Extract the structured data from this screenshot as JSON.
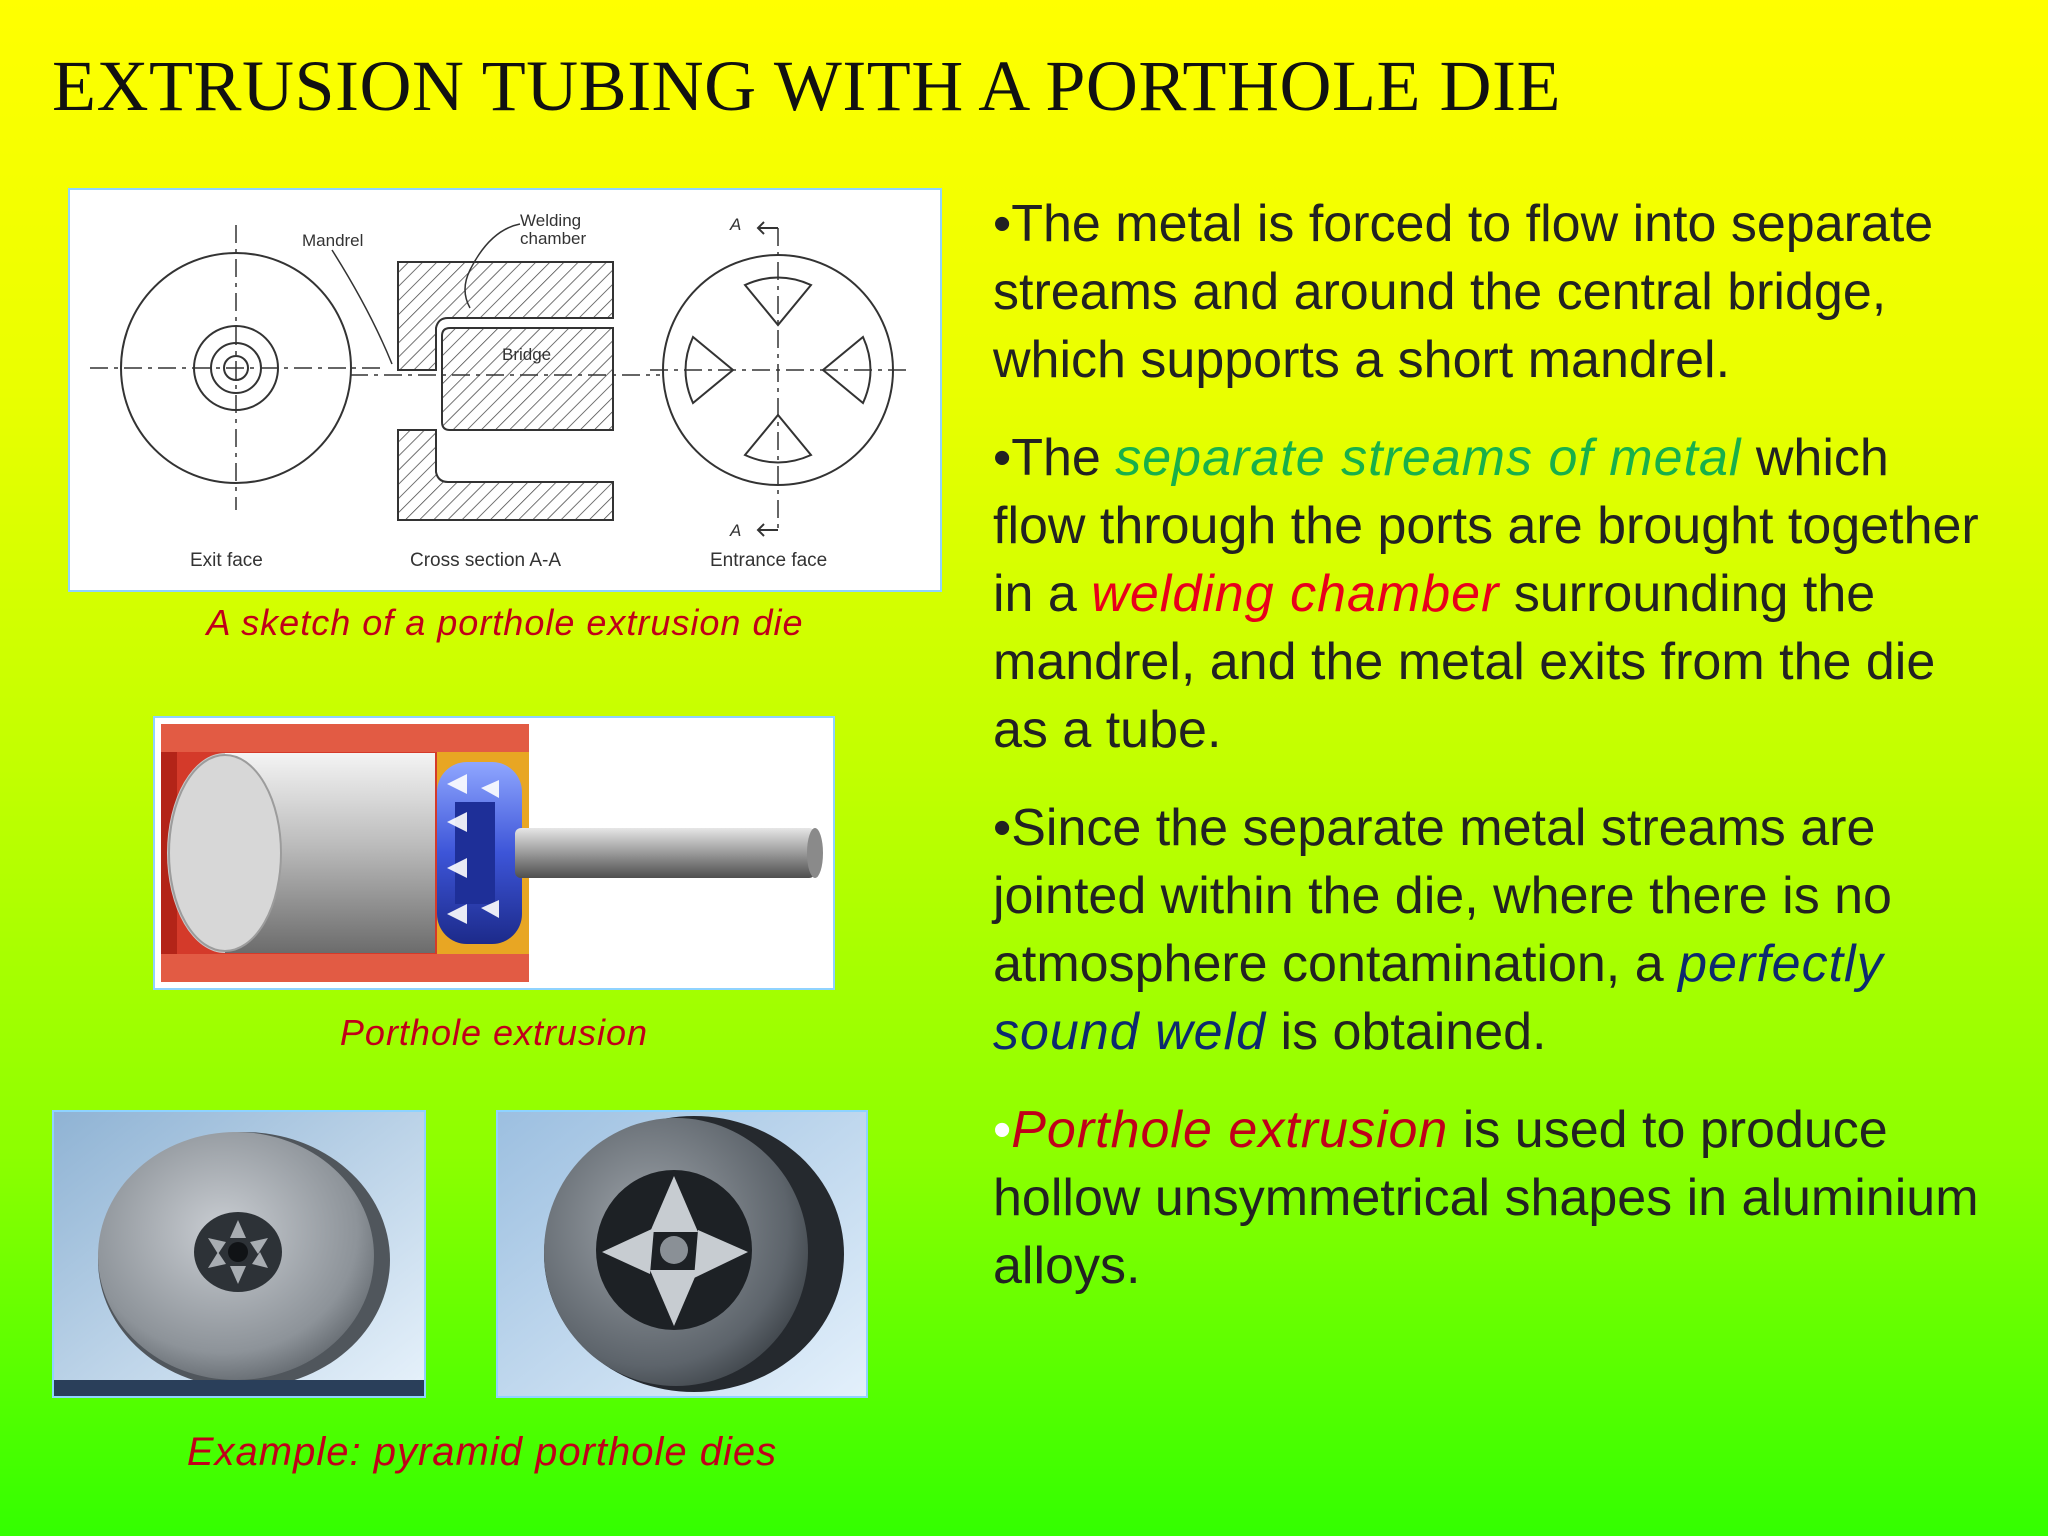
{
  "slide": {
    "title": "EXTRUSION TUBING WITH  A PORTHOLE DIE"
  },
  "figures": {
    "sketch": {
      "labels": {
        "mandrel": "Mandrel",
        "welding_chamber_1": "Welding",
        "welding_chamber_2": "chamber",
        "bridge": "Bridge",
        "exit_face": "Exit face",
        "cross_section": "Cross section  A-A",
        "entrance_face": "Entrance face",
        "section_mark": "A"
      },
      "caption": "A sketch of a porthole extrusion die"
    },
    "porthole": {
      "caption": "Porthole extrusion"
    },
    "dies": {
      "caption": "Example: pyramid porthole dies"
    }
  },
  "bullets": [
    {
      "lead": "•The metal is forced to flow into separate streams and around the central bridge, which supports a short mandrel."
    },
    {
      "lead": "•The ",
      "hl1": "separate streams of metal",
      "mid": " which flow through the ports are brought together in a ",
      "hl2": "welding chamber",
      "tail": " surrounding the mandrel, and the metal exits from the die as a tube."
    },
    {
      "lead": "•Since the separate metal streams are jointed within the die, where there is no atmosphere contamination, a ",
      "hl1": "perfectly sound weld",
      "tail": " is obtained."
    },
    {
      "bullet": "•",
      "hl1": "Porthole extrusion",
      "tail": " is used to produce hollow unsymmetrical shapes in aluminium alloys."
    }
  ],
  "colors": {
    "background_top": "#ffff00",
    "background_bottom": "#33ff00",
    "caption": "#c0001a",
    "green_highlight": "#18b04a",
    "red_highlight": "#e8001c",
    "navy_highlight": "#0d2a6e"
  }
}
